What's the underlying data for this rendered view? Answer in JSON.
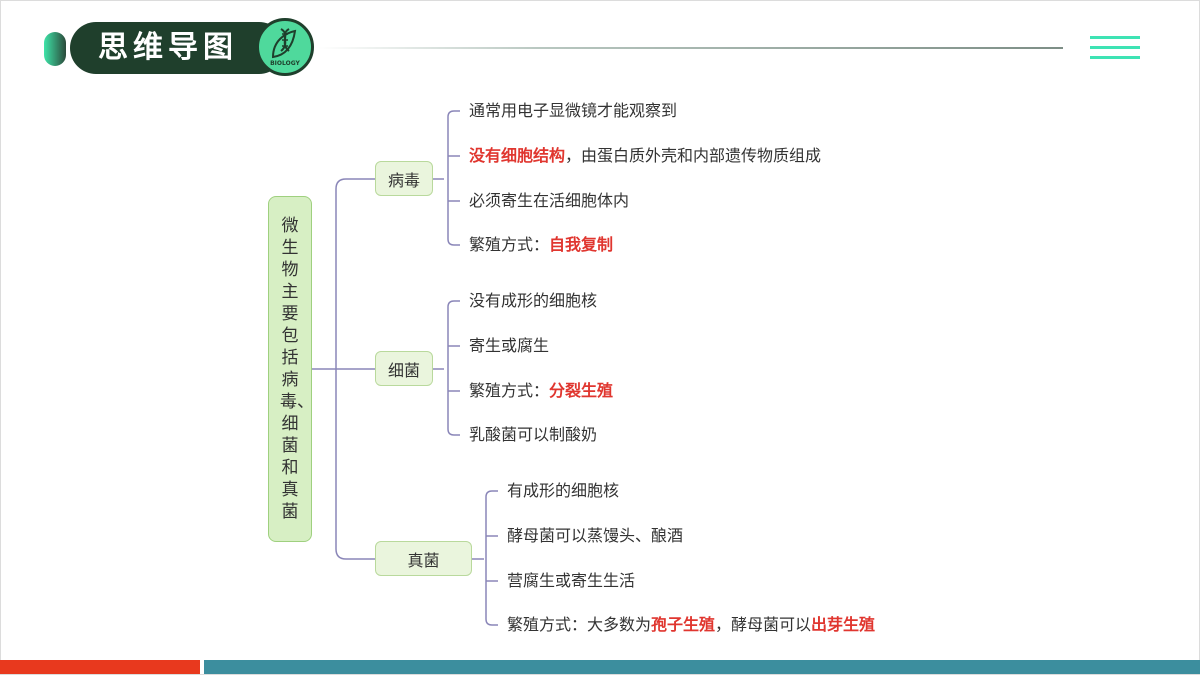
{
  "header": {
    "title": "思维导图",
    "badge_label": "BIOLOGY",
    "accent": "#3ee3b4"
  },
  "mindmap": {
    "root": "微生物主要包括病毒、细菌和真菌",
    "branches": [
      {
        "label": "病毒",
        "leaves": [
          {
            "pre": "通常用电子显微镜才能观察到",
            "hl": "",
            "post": "",
            "hl2": ""
          },
          {
            "pre": "",
            "hl": "没有细胞结构",
            "post": "，由蛋白质外壳和内部遗传物质组成",
            "hl2": ""
          },
          {
            "pre": "必须寄生在活细胞体内",
            "hl": "",
            "post": "",
            "hl2": ""
          },
          {
            "pre": "繁殖方式：",
            "hl": "自我复制",
            "post": "",
            "hl2": ""
          }
        ]
      },
      {
        "label": "细菌",
        "leaves": [
          {
            "pre": "没有成形的细胞核",
            "hl": "",
            "post": "",
            "hl2": ""
          },
          {
            "pre": "寄生或腐生",
            "hl": "",
            "post": "",
            "hl2": ""
          },
          {
            "pre": "繁殖方式：",
            "hl": "分裂生殖",
            "post": "",
            "hl2": ""
          },
          {
            "pre": "乳酸菌可以制酸奶",
            "hl": "",
            "post": "",
            "hl2": ""
          }
        ]
      },
      {
        "label": "真菌",
        "leaves": [
          {
            "pre": "有成形的细胞核",
            "hl": "",
            "post": "",
            "hl2": ""
          },
          {
            "pre": "酵母菌可以蒸馒头、酿酒",
            "hl": "",
            "post": "",
            "hl2": ""
          },
          {
            "pre": "营腐生或寄生生活",
            "hl": "",
            "post": "",
            "hl2": ""
          },
          {
            "pre": "繁殖方式：大多数为",
            "hl": "孢子生殖",
            "post": "，酵母菌可以",
            "hl2": "出芽生殖"
          }
        ]
      }
    ]
  },
  "colors": {
    "highlight": "#e0362f",
    "node_fill": "#eaf5dd",
    "connector": "#8a86b8",
    "footer_left": "#e8391e",
    "footer_right": "#3c8e9e"
  }
}
